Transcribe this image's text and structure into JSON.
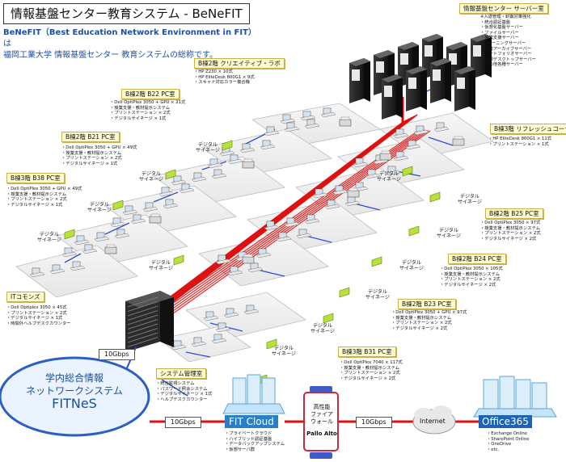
{
  "title": "情報基盤センター教育システム - BeNeFIT",
  "subtitle": {
    "line1_bold": "BeNeFIT（Best Education Network Environment in FIT）",
    "line1_rest": "は",
    "line2": "福岡工業大学 情報基盤センター 教育システムの総称です。"
  },
  "server_room": {
    "label": "情報基盤センター サーバー室",
    "items": [
      "※入退管理・耐震対策強化",
      "・統合認証基盤",
      "・仮想化基盤サーバー",
      "・ファイルサーバー",
      "・授業支援サーバー",
      "・eラーニングサーバー",
      "・授業アーカイブサーバー",
      "・ポートフォリオサーバー",
      "・仮想デスクトップサーバー",
      "・その他各種サーバー"
    ]
  },
  "rooms": [
    {
      "id": "b22-creative",
      "label": "B棟2階 クリエイティブ・ラボ",
      "items": [
        "・HP Z230 × 10式",
        "・HP EliteDesk 800G1 × 9式",
        "・スキャナ対応カラー複合機"
      ]
    },
    {
      "id": "b22",
      "label": "B棟2階 B22 PC室",
      "items": [
        "・Dell OptiPlex 3050 + GPU × 21式",
        "・授業支援・教材提示システム",
        "・プリントステーション × 2式",
        "・デジタルサイネージ × 1式"
      ]
    },
    {
      "id": "b21",
      "label": "B棟2階 B21 PC室",
      "items": [
        "・Dell OptiPlex 3050 + GPU × 49式",
        "・授業支援・教材提示システム",
        "・プリントステーション × 2式",
        "・デジタルサイネージ × 1式"
      ]
    },
    {
      "id": "b38",
      "label": "B棟3階 B38 PC室",
      "items": [
        "・Dell OptiPlex 3050 + GPU × 49式",
        "・授業支援・教材提示システム",
        "・プリントステーション × 2式",
        "・デジタルサイネージ × 1式"
      ]
    },
    {
      "id": "it-commons",
      "label": "ITコモンズ",
      "items": [
        "・Dell Optiplex 3050 × 45式",
        "・プリントステーション × 2式",
        "・デジタルサイネージ × 1式",
        "・時間外ヘルプデスクカウンター"
      ]
    },
    {
      "id": "refresh",
      "label": "B棟3階 リフレッシュコーナー",
      "items": [
        "・HP EliteDesk 800G1 × 11式",
        "・プリントステーション × 1式"
      ]
    },
    {
      "id": "b25",
      "label": "B棟2階 B25 PC室",
      "items": [
        "・Dell OptiPlex 3050 × 97式",
        "・授業支援・教材提示システム",
        "・プリントステーション × 2式",
        "・デジタルサイネージ × 2式"
      ]
    },
    {
      "id": "b24",
      "label": "B棟2階 B24 PC室",
      "items": [
        "・Dell OptiPlex 3050 × 105式",
        "・授業支援・教材提示システム",
        "・プリントステーション × 2式",
        "・デジタルサイネージ × 2式"
      ]
    },
    {
      "id": "b23",
      "label": "B棟2階 B23 PC室",
      "items": [
        "・Dell OptiPlex 3050 + GPU × 97式",
        "・授業支援・教材提示システム",
        "・プリントステーション × 2式",
        "・デジタルサイネージ × 2式"
      ]
    },
    {
      "id": "b31",
      "label": "B棟3階 B31 PC室",
      "items": [
        "・Dell OptiPlex 7040 × 117式",
        "・授業支援・教材提示システム",
        "・プリントステーション × 2式",
        "・デジタルサイネージ × 2式"
      ]
    },
    {
      "id": "sysadmin",
      "label": "システム管理室",
      "items": [
        "・統合監視システム",
        "・パスワード照会システム",
        "・デジタルサイネージ × 1式",
        "・ヘルプデスクカウンター"
      ]
    }
  ],
  "signage_label_line1": "デジタル",
  "signage_label_line2": "サイネージ",
  "fitnes": {
    "line1": "学内総合情報",
    "line2": "ネットワークシステム",
    "name": "FITNeS"
  },
  "links": {
    "core_to_fitnes": "10Gbps",
    "fitnes_to_cloud": "10Gbps",
    "fw_to_internet": "10Gbps"
  },
  "fit_cloud": {
    "label": "FIT Cloud",
    "items": [
      "・プライベートクラウド",
      "・ハイブリッド認証基盤",
      "・データバックアップシステム",
      "・仮想サーバ群"
    ]
  },
  "firewall": {
    "line1": "高性能",
    "line2": "ファイア",
    "line3": "ウォール",
    "vendor": "Pallo Alto"
  },
  "internet": "Internet",
  "office365": {
    "label": "Office365",
    "items": [
      "・Exchange Online",
      "・SharePoint Online",
      "・OneDrive",
      "・etc."
    ]
  },
  "colors": {
    "trunk": "#e01010",
    "link": "#2a4fd6",
    "fitnes_stroke": "#2b5fc2",
    "label_bg": "#fffbd0",
    "cloud": "#2a80c6",
    "office": "#1d63b6"
  }
}
